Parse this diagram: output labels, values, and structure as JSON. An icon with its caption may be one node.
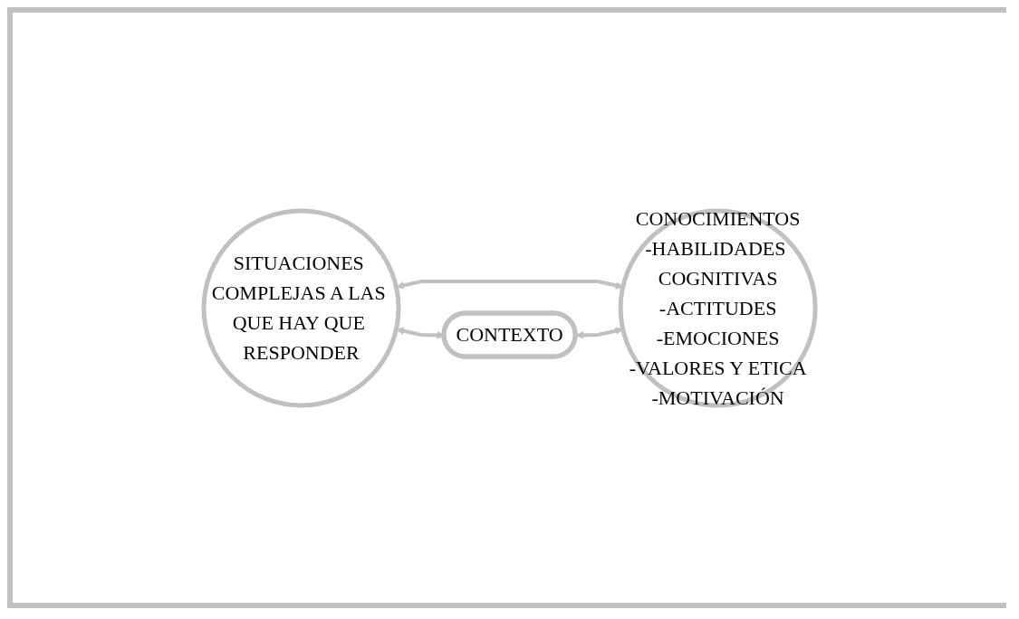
{
  "diagram": {
    "nodes": [
      {
        "text": [
          "SITUACIONES COMPLEJAS A LAS QUE HAY QUE RESPONDER"
        ]
      },
      {
        "text": [
          "CONOCIMIENTOS",
          "-HABILIDADES COGNITIVAS",
          "-ACTITUDES",
          "-EMOCIONES",
          "-VALORES Y ETICA",
          "-MOTIVACIÓN"
        ]
      },
      {
        "text": [
          "CONTEXTO"
        ]
      }
    ],
    "edges": [
      {
        "from": 0,
        "to": 1,
        "arrow": "both"
      },
      {
        "from": 0,
        "to": 2,
        "arrow": "both"
      },
      {
        "from": 2,
        "to": 1,
        "arrow": "both"
      }
    ]
  }
}
